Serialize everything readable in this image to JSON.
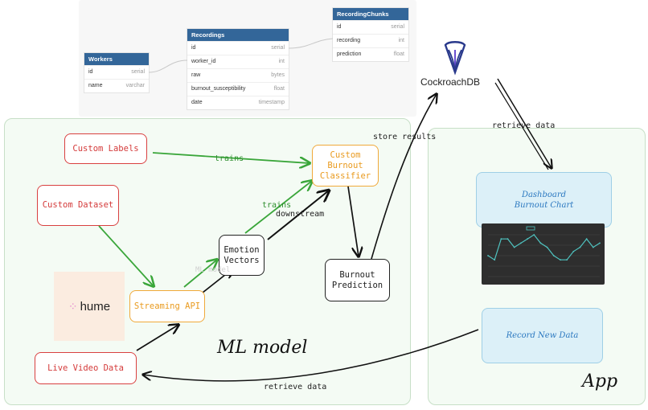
{
  "schema": {
    "workers": {
      "title": "Workers",
      "rows": [
        {
          "name": "id",
          "type": "serial"
        },
        {
          "name": "name",
          "type": "varchar"
        }
      ]
    },
    "recordings": {
      "title": "Recordings",
      "rows": [
        {
          "name": "id",
          "type": "serial"
        },
        {
          "name": "worker_id",
          "type": "int"
        },
        {
          "name": "raw",
          "type": "bytes"
        },
        {
          "name": "burnout_susceptibility",
          "type": "float"
        },
        {
          "name": "date",
          "type": "timestamp"
        }
      ]
    },
    "chunks": {
      "title": "RecordingChunks",
      "rows": [
        {
          "name": "id",
          "type": "serial"
        },
        {
          "name": "recording",
          "type": "int"
        },
        {
          "name": "prediction",
          "type": "float"
        }
      ]
    }
  },
  "cockroach": {
    "label": "CockroachDB"
  },
  "nodes": {
    "custom_labels": "Custom Labels",
    "custom_dataset": "Custom Dataset",
    "streaming_api": "Streaming API",
    "live_video": "Live Video Data",
    "emotion_vectors": "Emotion\nVectors",
    "classifier": "Custom\nBurnout\nClassifier",
    "burnout_prediction": "Burnout\nPrediction",
    "dashboard": "Dashboard\nBurnout Chart",
    "record_new": "Record New Data"
  },
  "hume": {
    "label": "hume"
  },
  "edge_labels": {
    "trains_top": "trains",
    "trains_mid": "trains",
    "downstream": "downstream",
    "store_results": "store results",
    "retrieve_top": "retrieve data",
    "retrieve_bottom": "retrieve data",
    "faint": "ML model"
  },
  "section_labels": {
    "ml_model": "ML model",
    "app": "App"
  },
  "colors": {
    "red": "#d94040",
    "orange": "#f0a93a",
    "green": "#3aa63a",
    "blue": "#2b78c0",
    "header": "#336699"
  },
  "chart_data": {
    "type": "line",
    "values": [
      5,
      4,
      9,
      9,
      7,
      8,
      9,
      10,
      8,
      7,
      5,
      4,
      4,
      6,
      7,
      9,
      7,
      8
    ]
  }
}
